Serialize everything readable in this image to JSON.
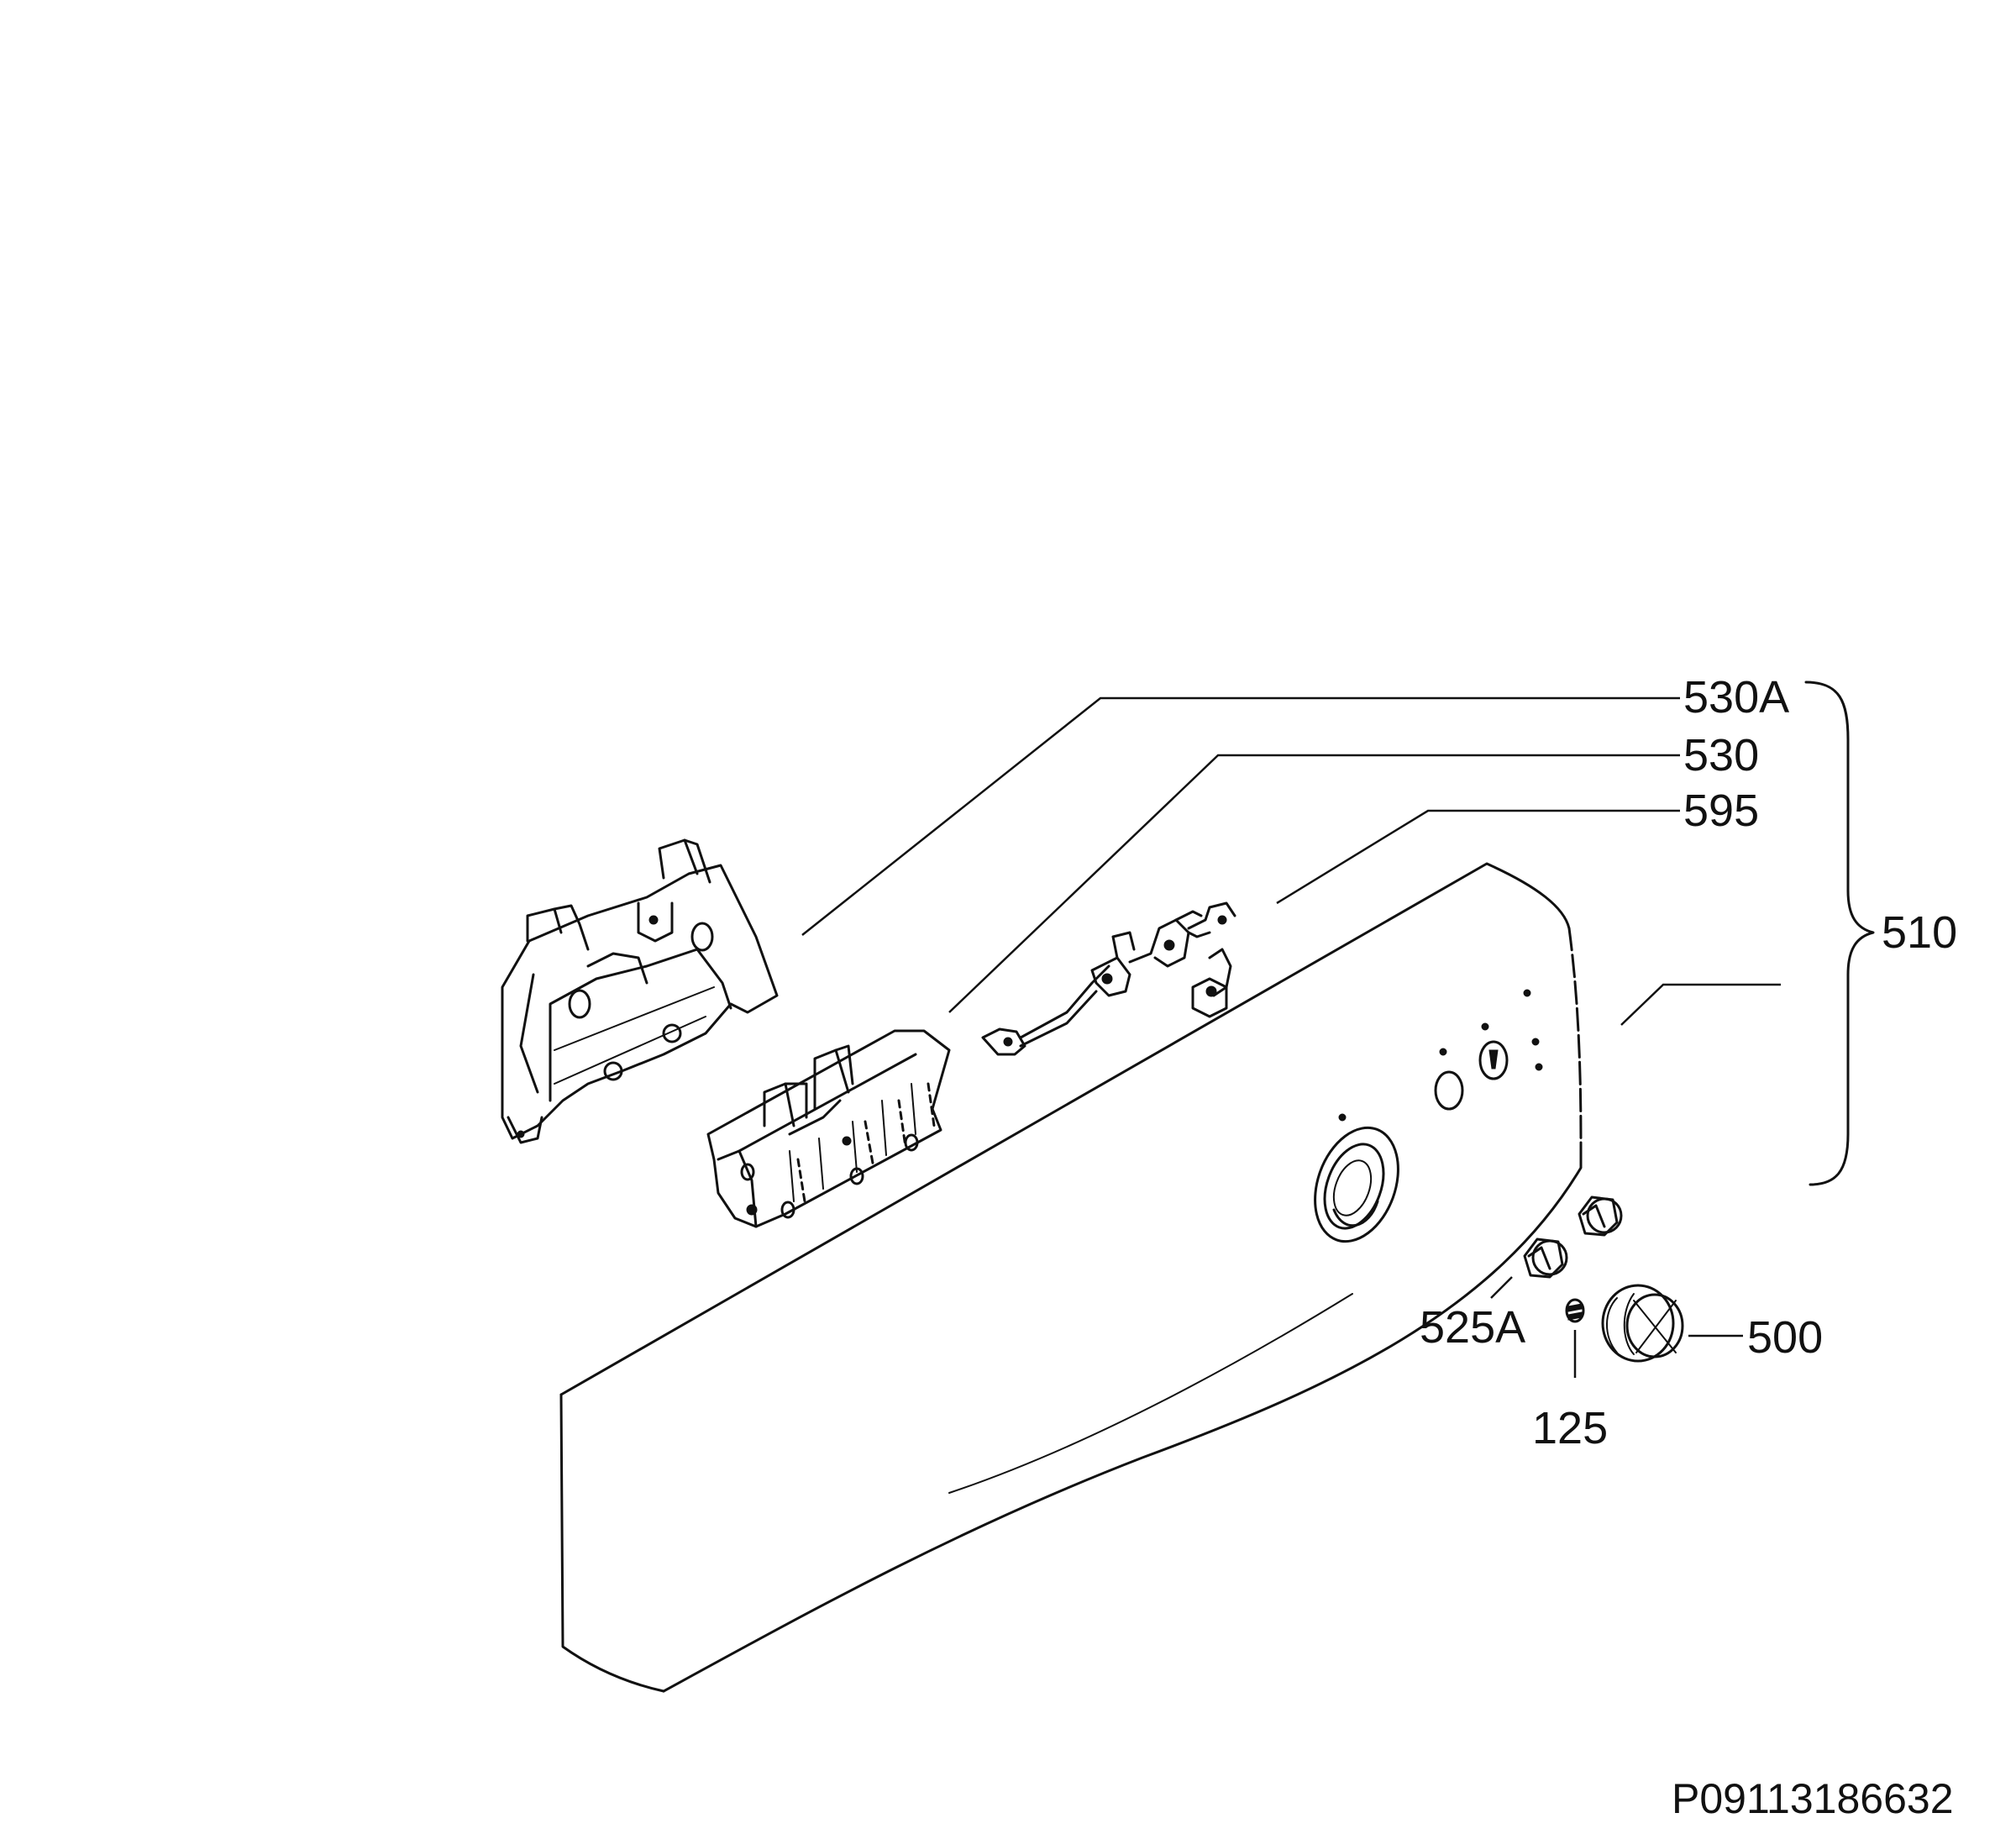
{
  "labels": {
    "p530a": "530A",
    "p530": "530",
    "p595": "595",
    "p510": "510",
    "p525a": "525A",
    "p500": "500",
    "p125": "125"
  },
  "reference": "P09113186632"
}
